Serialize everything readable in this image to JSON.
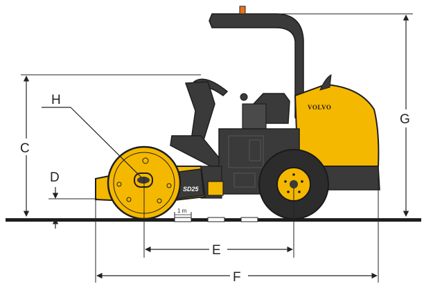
{
  "diagram": {
    "brand_text": "VOLVO",
    "model_text": "SD25",
    "scale_text": "1 m",
    "dimensions": [
      "C",
      "D",
      "E",
      "F",
      "G",
      "H"
    ],
    "colors": {
      "body_yellow": "#F5B800",
      "dark": "#3A3A3A",
      "line": "#222222",
      "beacon": "#E8731A"
    }
  }
}
